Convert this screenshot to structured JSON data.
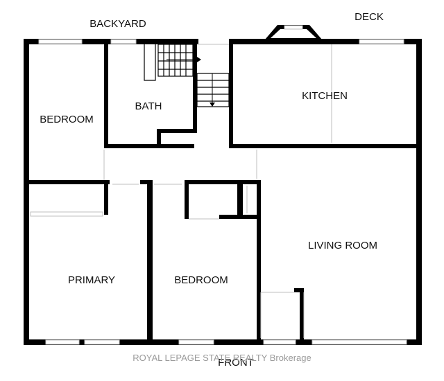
{
  "floorplan": {
    "exterior_labels": {
      "backyard": "BACKYARD",
      "deck": "DECK",
      "front": "FRONT"
    },
    "rooms": {
      "bedroom_1": "BEDROOM",
      "bath": "BATH",
      "kitchen": "KITCHEN",
      "primary": "PRIMARY",
      "bedroom_2": "BEDROOM",
      "living_room": "LIVING ROOM"
    },
    "watermark": "ROYAL LEPAGE STATE REALTY Brokerage"
  },
  "colors": {
    "wall": "#000000",
    "window": "#bfbfbf",
    "background": "#ffffff"
  }
}
